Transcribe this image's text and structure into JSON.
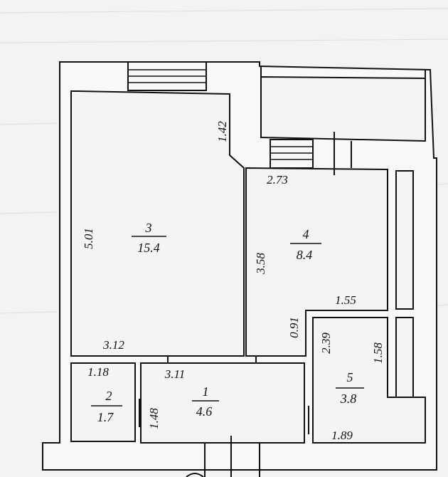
{
  "rooms": [
    {
      "number": "3",
      "area": "15.4",
      "dims": [
        "5.01",
        "1.42",
        "3.12"
      ]
    },
    {
      "number": "4",
      "area": "8.4",
      "dims": [
        "2.73",
        "3.58",
        "1.55",
        "0.91"
      ]
    },
    {
      "number": "1",
      "area": "4.6",
      "dims": [
        "3.11",
        "1.48"
      ]
    },
    {
      "number": "2",
      "area": "1.7",
      "dims": [
        "1.18"
      ]
    },
    {
      "number": "5",
      "area": "3.8",
      "dims": [
        "2.39",
        "1.58",
        "1.89"
      ]
    }
  ]
}
